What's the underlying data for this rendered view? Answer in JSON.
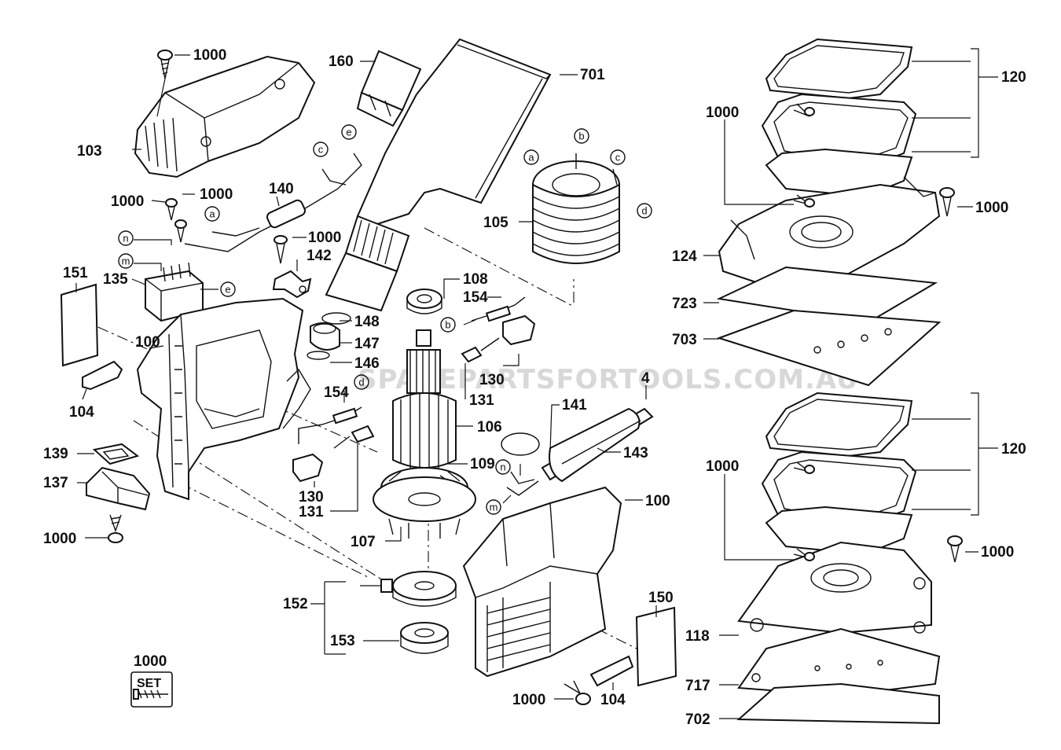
{
  "watermark": "SPAREPARTSFORTOOLS.COM.AU",
  "labels": {
    "l1000_top": "1000",
    "l103": "103",
    "l160": "160",
    "l701": "701",
    "l140": "140",
    "l1000_a": "1000",
    "l1000_b": "1000",
    "l1000_c": "1000",
    "l142": "142",
    "l151": "151",
    "l135": "135",
    "l100_left": "100",
    "l104_left": "104",
    "l139": "139",
    "l137": "137",
    "l1000_bl": "1000",
    "l105": "105",
    "l108": "108",
    "l154_top": "154",
    "l148": "148",
    "l147": "147",
    "l146": "146",
    "l130_top": "130",
    "l131_top": "131",
    "l154_mid": "154",
    "l106": "106",
    "l109": "109",
    "l130_mid": "130",
    "l131_mid": "131",
    "l107": "107",
    "l4": "4",
    "l141": "141",
    "l143": "143",
    "l100_right": "100",
    "l152": "152",
    "l153": "153",
    "l150": "150",
    "l1000_bottom": "1000",
    "l104_bottom": "104",
    "l1000_set": "1000",
    "set_text": "SET",
    "l120_top": "120",
    "l1000_rt": "1000",
    "l1000_rt2": "1000",
    "l124": "124",
    "l723": "723",
    "l703": "703",
    "l120_bot": "120",
    "l1000_rb": "1000",
    "l1000_rb2": "1000",
    "l118": "118",
    "l717": "717",
    "l702": "702"
  },
  "letters": {
    "n": "n",
    "m": "m",
    "e": "e",
    "a": "a",
    "c": "c",
    "b": "b",
    "d": "d"
  }
}
